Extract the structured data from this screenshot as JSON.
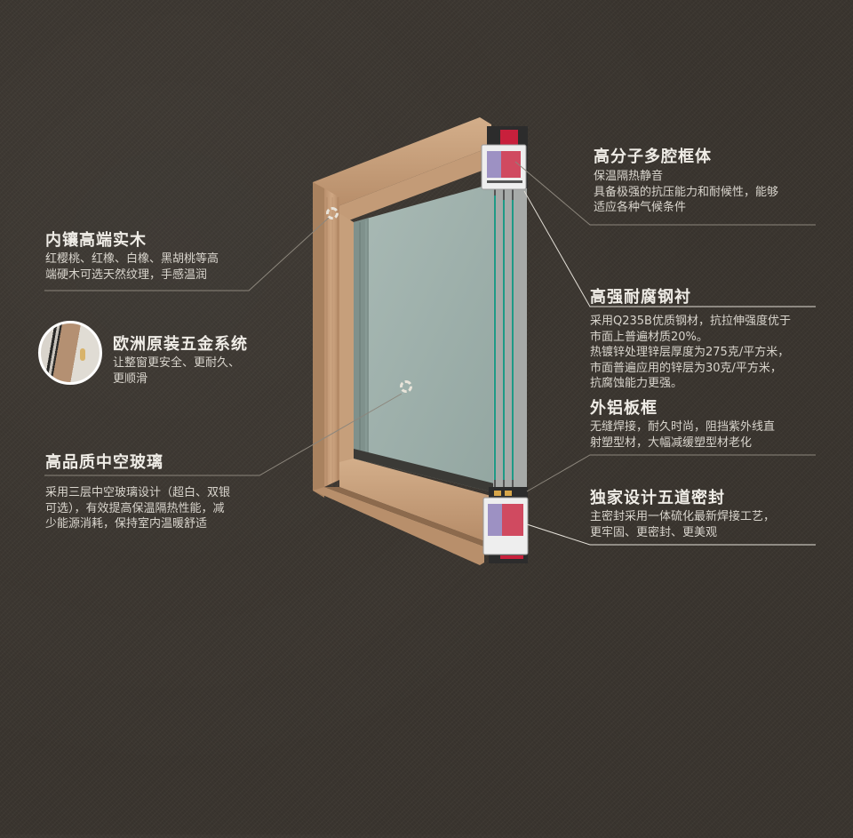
{
  "features": {
    "frame_body": {
      "title": "高分子多腔框体",
      "lines": [
        "保温隔热静音",
        "具备极强的抗压能力和耐候性，能够",
        "适应各种气候条件"
      ]
    },
    "inner_wood": {
      "title": "内镶高端实木",
      "lines": [
        "红樱桃、红橡、白橡、黑胡桃等高",
        "端硬木可选天然纹理，手感温润"
      ]
    },
    "steel_lining": {
      "title": "高强耐腐钢衬",
      "lines": [
        "采用Q235B优质钢材，抗拉伸强度优于",
        "市面上普遍材质20%。",
        "热镀锌处理锌层厚度为275克/平方米，",
        "市面普遍应用的锌层为30克/平方米，",
        "抗腐蚀能力更强。"
      ]
    },
    "hardware": {
      "title": "欧洲原装五金系统",
      "lines": [
        "让整窗更安全、更耐久、",
        "更顺滑"
      ]
    },
    "aluminum_frame": {
      "title": "外铝板框",
      "lines": [
        "无缝焊接，耐久时尚，阻挡紫外线直",
        "射塑型材，大幅减缓塑型材老化"
      ]
    },
    "insulated_glass": {
      "title": "高品质中空玻璃",
      "lines": [
        "采用三层中空玻璃设计（超白、双银",
        "可选），有效提高保温隔热性能，减",
        "少能源消耗，保持室内温暖舒适"
      ]
    },
    "seal": {
      "title": "独家设计五道密封",
      "lines": [
        "主密封采用一体硫化最新焊接工艺，",
        "更牢固、更密封、更美观"
      ]
    }
  },
  "colors": {
    "background": "#3a352f",
    "wood": "#c49d78",
    "glass": "#9fb1ac",
    "glass_edge": "#1f9a86",
    "profile_accent": "#c8203c"
  }
}
